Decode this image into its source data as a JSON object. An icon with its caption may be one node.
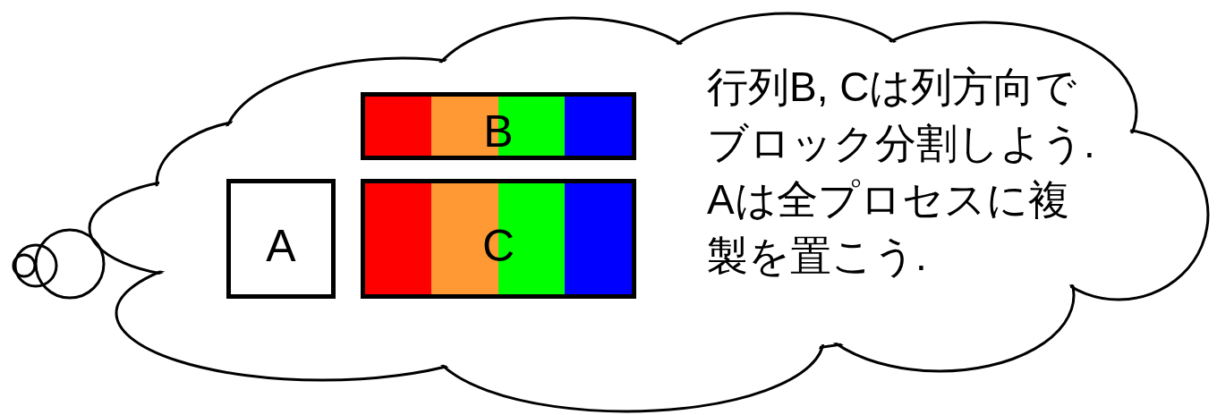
{
  "diagram": {
    "nodes": [
      {
        "text": [
          "行列B, Cは列方向でブロック分割しよう.Aは全プロセスに複製を置こう."
        ]
      },
      {
        "text": [
          "A"
        ],
        "in": 0
      },
      {
        "text": [
          "B"
        ],
        "in": 0
      },
      {
        "text": [
          "C"
        ],
        "in": 0
      }
    ],
    "edges": []
  }
}
